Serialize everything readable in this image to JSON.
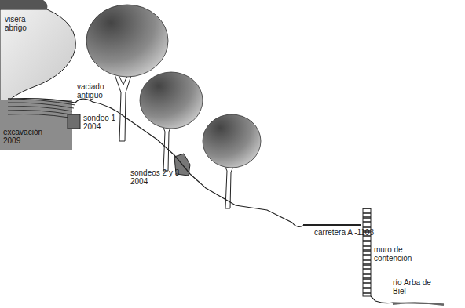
{
  "diagram": {
    "labels": [
      "visera abrigo",
      "vaciado antiguo",
      "excavación 2009",
      "sondeo 1 2004",
      "sondeos 2 y 3 2004",
      "carretera A -1103",
      "muro de contención",
      "río Arba de Biel"
    ]
  }
}
